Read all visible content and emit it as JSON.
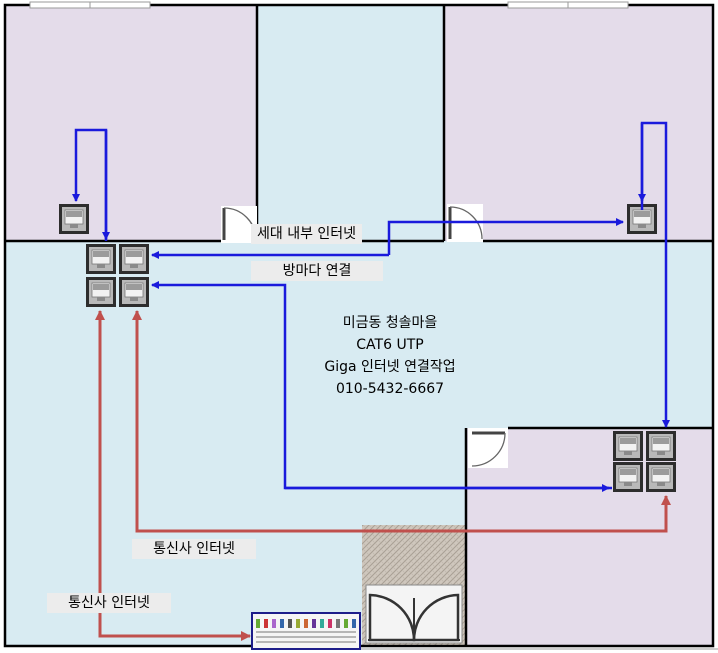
{
  "labels": {
    "internal": "세대 내부 인터넷",
    "per_room": "방마다 연결",
    "carrier_upper": "통신사 인터넷",
    "carrier_lower": "통신사 인터넷"
  },
  "info": {
    "line1": "미금동 청솔마을",
    "line2": "CAT6 UTP",
    "line3": "Giga 인터넷 연결작업",
    "line4": "010-5432-6667"
  },
  "colors": {
    "room_purple": "#e4dcea",
    "room_blue": "#d8ebf2",
    "wall": "#000000",
    "cable_blue": "#1a1adc",
    "cable_red": "#c0504d",
    "label_bg": "#ececec"
  },
  "icons": {
    "outlet": "rj45-jack-icon",
    "patch_panel": "patch-panel-icon",
    "door": "door-swing-icon"
  }
}
